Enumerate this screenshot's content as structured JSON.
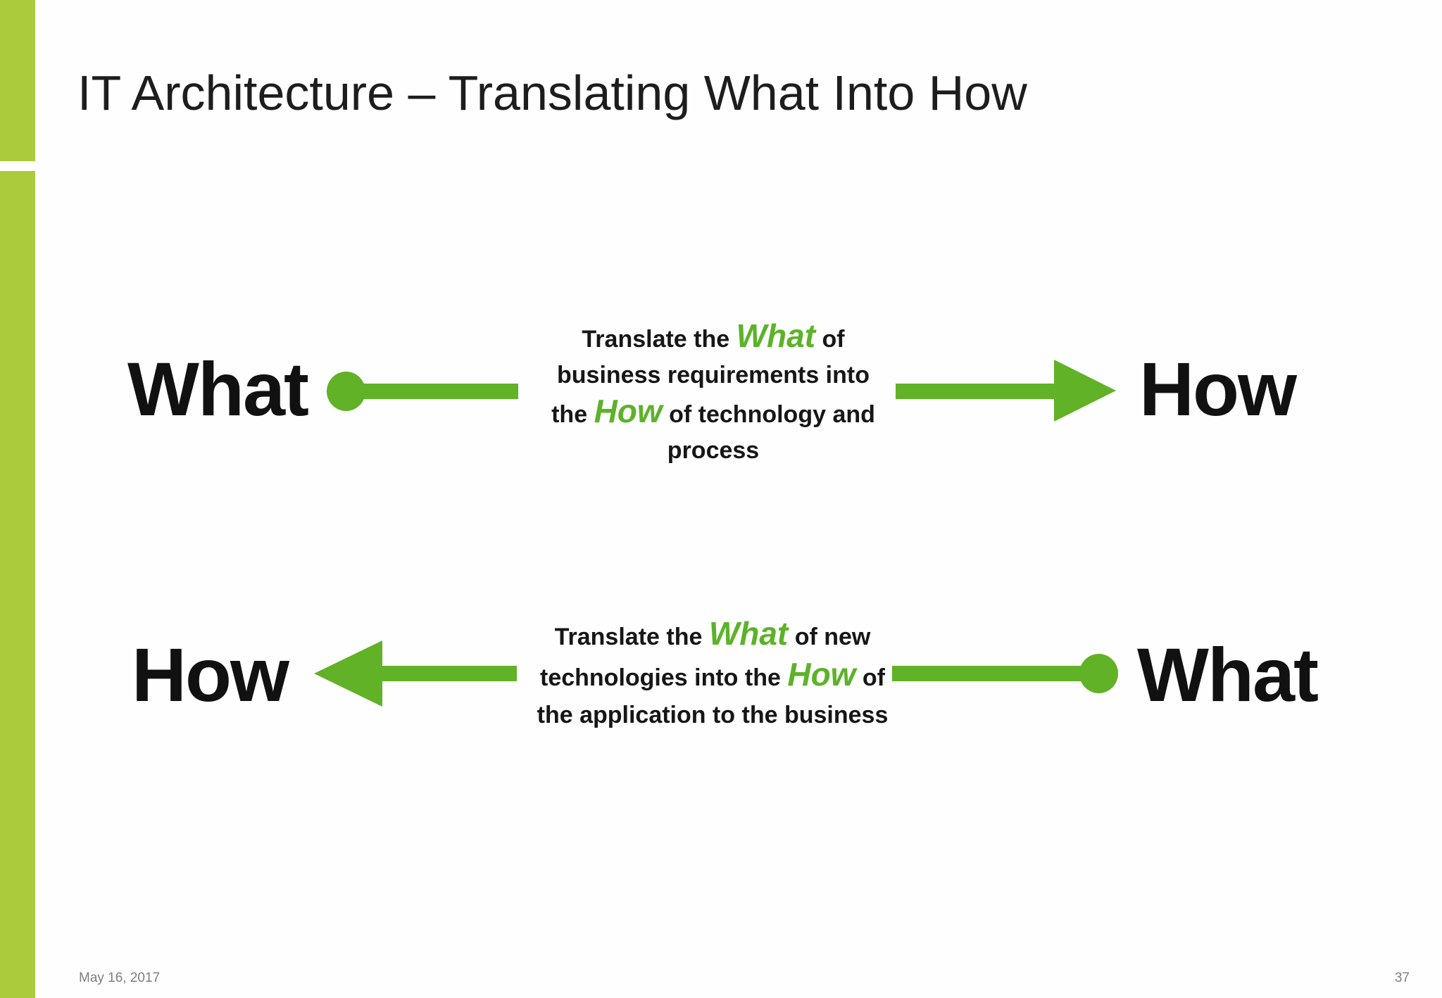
{
  "title": "IT Architecture – Translating What Into How",
  "colors": {
    "sidebar_green": "#a9cb3c",
    "accent_green": "#61b226",
    "caption_green": "#5db22a",
    "title_text": "#1d1d1d",
    "body_text": "#161616",
    "footer_text": "#7e7e7e"
  },
  "row1": {
    "left_label": "What",
    "right_label": "How",
    "caption": {
      "l1a": "Translate the ",
      "l1b": "What",
      "l1c": " of",
      "l2": "business requirements into",
      "l3a": "the ",
      "l3b": "How",
      "l3c": " of technology and",
      "l4": "process"
    }
  },
  "row2": {
    "left_label": "How",
    "right_label": "What",
    "caption": {
      "l1a": "Translate the ",
      "l1b": "What",
      "l1c": " of new",
      "l2a": "technologies into the ",
      "l2b": "How",
      "l2c": " of",
      "l3": "the application to the business"
    }
  },
  "footer": {
    "date": "May 16, 2017",
    "page_number": "37"
  }
}
